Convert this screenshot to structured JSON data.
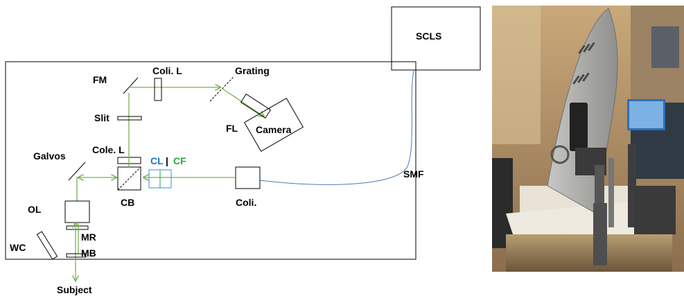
{
  "labels": {
    "scls": "SCLS",
    "coli_l": "Coli. L",
    "grating": "Grating",
    "fm": "FM",
    "slit": "Slit",
    "fl": "FL",
    "camera": "Camera",
    "galvos": "Galvos",
    "cole_l": "Cole. L",
    "cl": "CL",
    "separator": "|",
    "cf": "CF",
    "smf": "SMF",
    "cb": "CB",
    "coli": "Coli.",
    "ol": "OL",
    "mr": "MR",
    "wc": "WC",
    "mb": "MB",
    "subject": "Subject"
  },
  "colors": {
    "beam": "#77b052",
    "fiber": "#4a7db3",
    "cl_label": "#1f74c6",
    "cf_label": "#1faa3a",
    "cl_filter": "#3b8fd6",
    "cf_filter": "#2e9e5a"
  }
}
